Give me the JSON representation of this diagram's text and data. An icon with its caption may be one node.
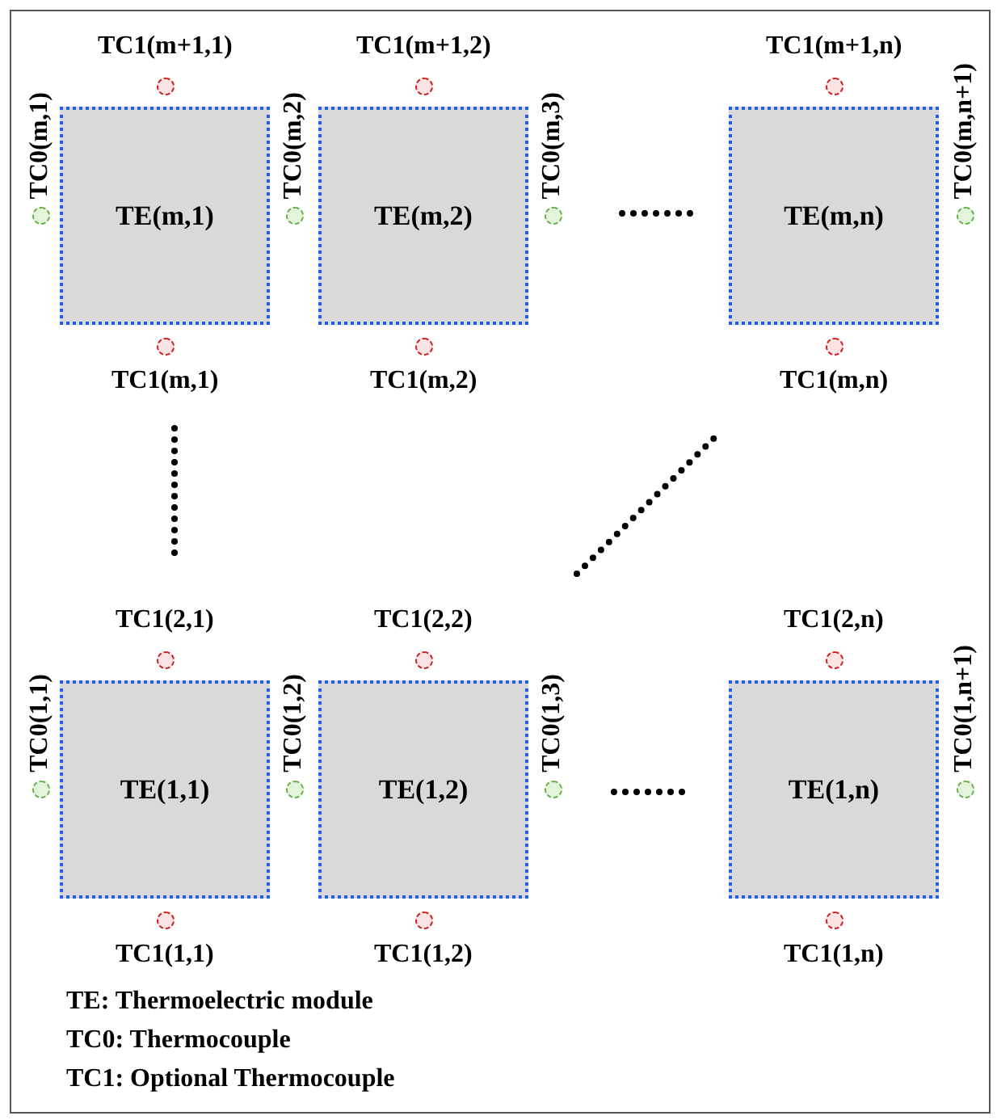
{
  "diagram": {
    "nodes": [
      {
        "text": [],
        "shape": "circle",
        "beside": [
          "TC1(m+1,1)"
        ]
      },
      {
        "text": [],
        "shape": "circle",
        "beside": [
          "TC1(m+1,2)"
        ]
      },
      {
        "text": [],
        "shape": "circle",
        "beside": [
          "TC1(m+1,n)"
        ]
      },
      {
        "text": [],
        "shape": "circle",
        "beside": [
          "TC0(m,1)"
        ]
      },
      {
        "text": [
          "TE(m,1)"
        ]
      },
      {
        "text": [],
        "shape": "circle",
        "beside": [
          "TC0(m,2)"
        ]
      },
      {
        "text": [
          "TE(m,2)"
        ]
      },
      {
        "text": [],
        "shape": "circle",
        "beside": [
          "TC0(m,3)"
        ]
      },
      {
        "text": [
          "TE(m,n)"
        ]
      },
      {
        "text": [],
        "shape": "circle",
        "beside": [
          "TC0(m,n+1)"
        ]
      },
      {
        "text": [],
        "shape": "circle",
        "beside": [
          "TC1(m,1)"
        ]
      },
      {
        "text": [],
        "shape": "circle",
        "beside": [
          "TC1(m,2)"
        ]
      },
      {
        "text": [],
        "shape": "circle",
        "beside": [
          "TC1(m,n)"
        ]
      },
      {
        "text": [],
        "shape": "circle",
        "beside": [
          "TC1(2,1)"
        ]
      },
      {
        "text": [],
        "shape": "circle",
        "beside": [
          "TC1(2,2)"
        ]
      },
      {
        "text": [],
        "shape": "circle",
        "beside": [
          "TC1(2,n)"
        ]
      },
      {
        "text": [],
        "shape": "circle",
        "beside": [
          "TC0(1,1)"
        ]
      },
      {
        "text": [
          "TE(1,1)"
        ]
      },
      {
        "text": [],
        "shape": "circle",
        "beside": [
          "TC0(1,2)"
        ]
      },
      {
        "text": [
          "TE(1,2)"
        ]
      },
      {
        "text": [],
        "shape": "circle",
        "beside": [
          "TC0(1,3)"
        ]
      },
      {
        "text": [
          "TE(1,n)"
        ]
      },
      {
        "text": [],
        "shape": "circle",
        "beside": [
          "TC0(1,n+1)"
        ]
      },
      {
        "text": [],
        "shape": "circle",
        "beside": [
          "TC1(1,1)"
        ]
      },
      {
        "text": [],
        "shape": "circle",
        "beside": [
          "TC1(1,2)"
        ]
      },
      {
        "text": [],
        "shape": "circle",
        "beside": [
          "TC1(1,n)"
        ]
      }
    ],
    "labels": [
      "TE: Thermoelectric module",
      "TC0: Thermocouple",
      "TC1: Optional Thermocouple"
    ]
  }
}
